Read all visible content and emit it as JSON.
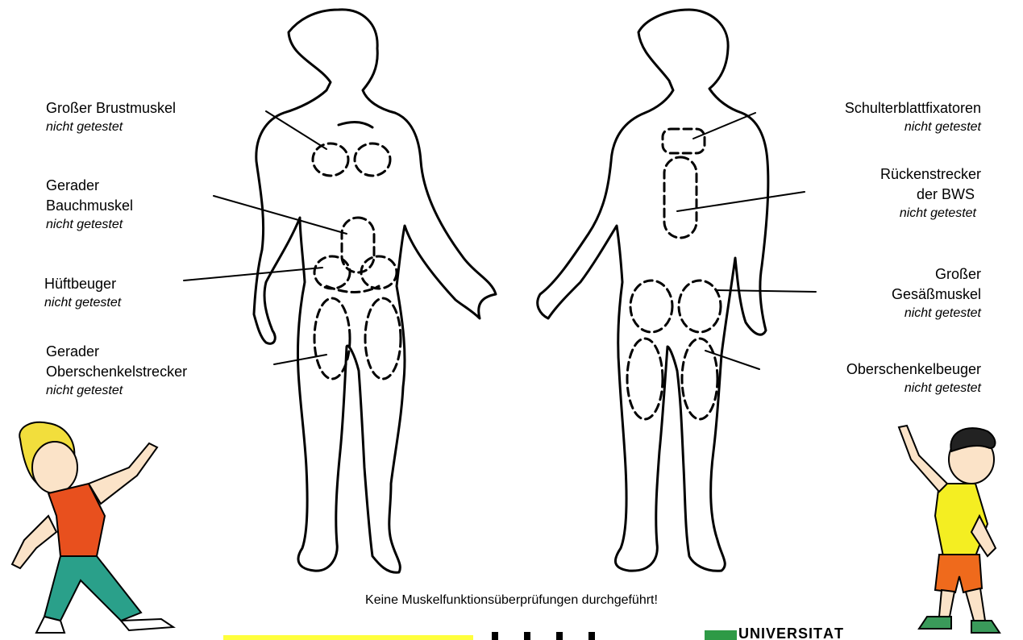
{
  "front_labels": [
    {
      "name": "Großer Brustmuskel",
      "status": "nicht getestet"
    },
    {
      "name_lines": [
        "Gerader",
        "Bauchmuskel"
      ],
      "status": "nicht getestet"
    },
    {
      "name": "Hüftbeuger",
      "status": "nicht getestet"
    },
    {
      "name_lines": [
        "Gerader",
        "Oberschenkelstrecker"
      ],
      "status": "nicht getestet"
    }
  ],
  "back_labels": [
    {
      "name": "Schulterblattfixatoren",
      "status": "nicht getestet"
    },
    {
      "name_lines": [
        "Rückenstrecker",
        "der BWS"
      ],
      "status": "nicht getestet"
    },
    {
      "name_lines": [
        "Großer",
        "Gesäßmuskel"
      ],
      "status": "nicht getestet"
    },
    {
      "name": "Oberschenkelbeuger",
      "status": "nicht getestet"
    }
  ],
  "footer": {
    "message": "Keine Muskelfunktionsüberprüfungen durchgeführt!"
  },
  "logos": {
    "university_partial": "UNIVERSITÄT"
  },
  "colors": {
    "girl_shirt": "#e8501e",
    "girl_pants": "#2aa08a",
    "girl_hair": "#f2de3c",
    "boy_shirt": "#f4ee22",
    "boy_shorts": "#ef6a1c",
    "logo_yellow": "#ffff3c",
    "logo_green": "#2e9a46"
  }
}
